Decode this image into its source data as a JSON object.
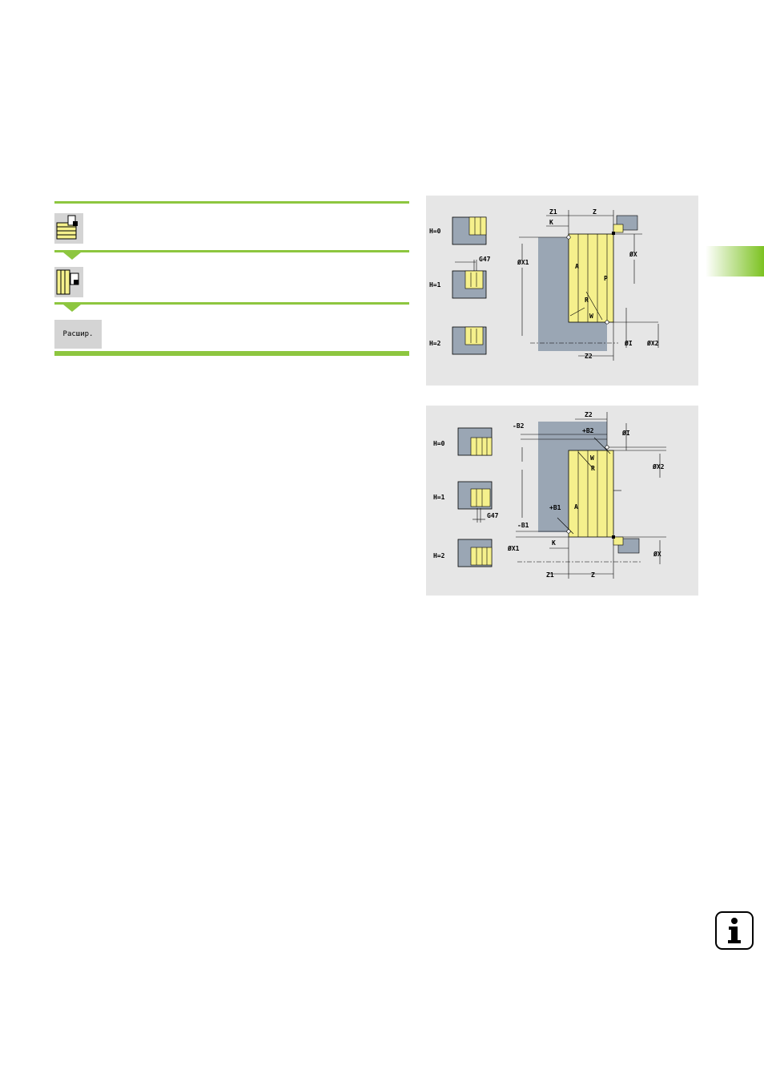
{
  "softkey": {
    "label": "Расшир."
  },
  "figure_top": {
    "modes": [
      "H=0",
      "H=1",
      "H=2"
    ],
    "labels": {
      "z1": "Z1",
      "z": "Z",
      "k": "K",
      "x": "ØX",
      "x1": "ØX1",
      "p": "P",
      "a": "A",
      "r": "R",
      "w": "W",
      "i": "ØI",
      "x2": "ØX2",
      "z2": "Z2",
      "g47": "G47"
    }
  },
  "figure_bottom": {
    "modes": [
      "H=0",
      "H=1",
      "H=2"
    ],
    "labels": {
      "z2": "Z2",
      "b2_minus": "-B2",
      "b2_plus": "+B2",
      "i": "ØI",
      "w": "W",
      "r": "R",
      "x2": "ØX2",
      "a": "A",
      "b1_plus": "+B1",
      "b1_minus": "-B1",
      "x1": "ØX1",
      "k": "K",
      "x": "ØX",
      "z1": "Z1",
      "z": "Z",
      "g47": "G47"
    }
  },
  "info": {
    "glyph": "i"
  },
  "colors": {
    "accent": "#8dc63f",
    "figure_bg": "#e6e6e6",
    "workpiece": "#9aa6b4",
    "chip": "#f5f08c"
  }
}
